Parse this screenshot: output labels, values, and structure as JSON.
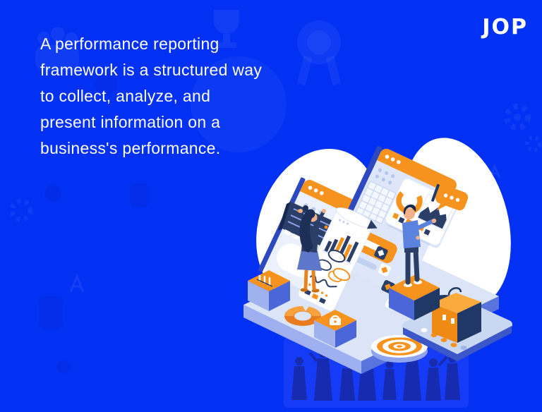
{
  "theme": {
    "bg": "#0331f4",
    "text": "#ffffff",
    "orange": "#f6921e",
    "orange-dark": "#e87c1e",
    "navy": "#2b3e68",
    "panel-light": "#dbe5f7",
    "periwinkle": "#8fa3ee"
  },
  "logo": {
    "text": "JOP"
  },
  "headline": {
    "text": "A performance reporting\nframework is a structured way\nto collect, analyze, and\npresent information on a\nbusiness's performance."
  },
  "illustration": {
    "description": "Isometric illustration: two analysts reviewing performance dashboards on large tilted screens standing on a platform, with charts, report scroll, target, lock, briefcase and speech bubble",
    "icons": [
      "browser-window-icon",
      "bar-chart-icon",
      "donut-chart-icon",
      "area-chart-icon",
      "report-scroll-icon",
      "speech-bubble-icon",
      "refresh-donut-icon",
      "lock-cube-icon",
      "bar-chart-cube-icon",
      "target-icon",
      "briefcase-icon",
      "tablet-icon"
    ]
  }
}
